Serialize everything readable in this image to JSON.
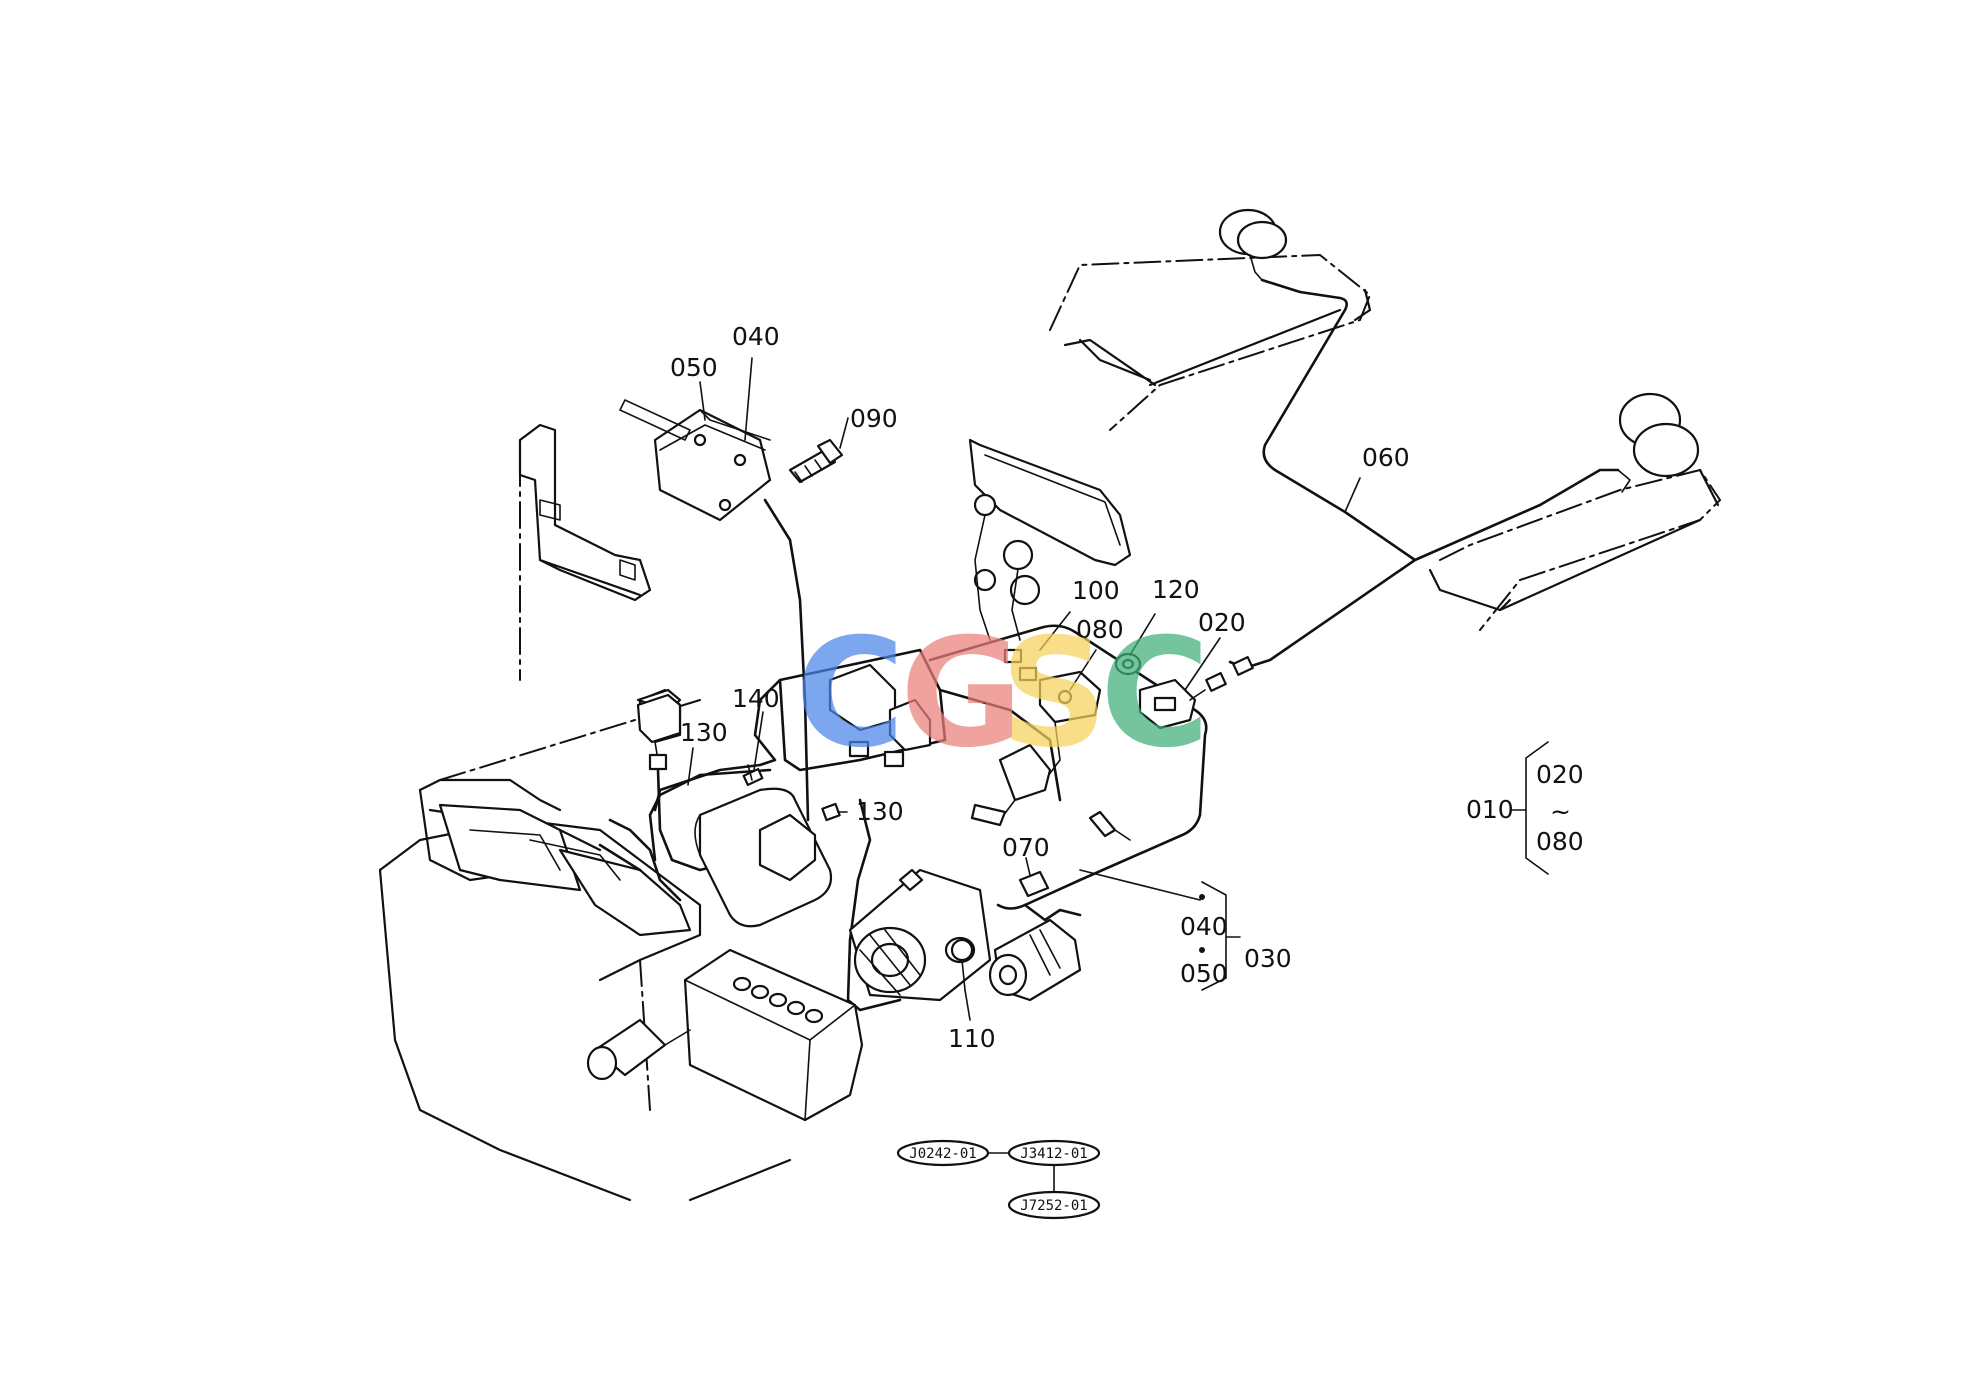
{
  "labels": {
    "p040_top": "040",
    "p050_top": "050",
    "p090": "090",
    "p060": "060",
    "p100": "100",
    "p120": "120",
    "p080": "080",
    "p020": "020",
    "p140": "140",
    "p130_left": "130",
    "p130_mid": "130",
    "p070": "070",
    "p110": "110",
    "p040_bottom": "040",
    "p050_bottom": "050",
    "p030": "030",
    "group_010": "010",
    "group_020": "020",
    "group_080": "080",
    "group_tilde": "~"
  },
  "references": {
    "ref1": "J0242-01",
    "ref2": "J3412-01",
    "ref3": "J7252-01"
  },
  "watermark": {
    "letters": [
      "C",
      "G",
      "S",
      "C"
    ],
    "colors": [
      "#4a86e8",
      "#ea7f7a",
      "#f6d25c",
      "#3fae78"
    ]
  }
}
